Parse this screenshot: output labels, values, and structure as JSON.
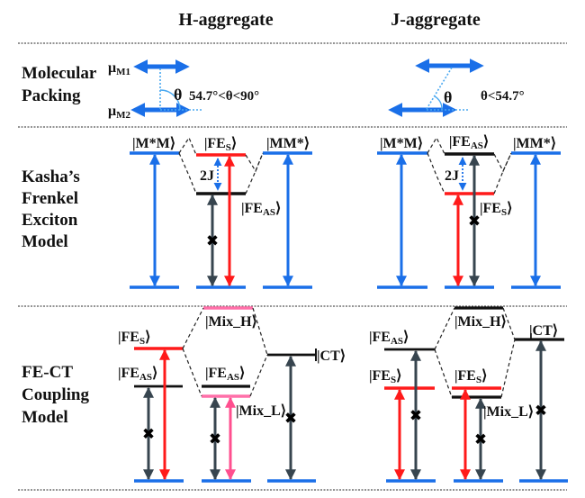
{
  "colors": {
    "ground": "#1a6fe8",
    "monomer": "#1a6fe8",
    "bright": "#ff1a1a",
    "dark": "#37454f",
    "black": "#111111",
    "mix_pink": "#ff6fa8",
    "dipole": "#1a6fe8"
  },
  "headers": {
    "h": "H-aggregate",
    "j": "J-aggregate"
  },
  "rows": {
    "packing": [
      "Molecular",
      "Packing"
    ],
    "kasha": [
      "Kasha’s",
      "Frenkel",
      "Exciton",
      "Model"
    ],
    "fect": [
      "FE-CT",
      "Coupling",
      "Model"
    ]
  },
  "packing": {
    "h": {
      "mu1": "μ",
      "mu1_sub": "M1",
      "mu2": "μ",
      "mu2_sub": "M2",
      "theta": "θ",
      "condition": "54.7°<θ<90°"
    },
    "j": {
      "theta": "θ",
      "condition": "θ<54.7°"
    }
  },
  "kasha": {
    "h": {
      "left": "|M*M⟩",
      "right": "|MM*⟩",
      "upper": "|FE",
      "upper_sub": "S",
      "upper_close": "⟩",
      "lower": "|FE",
      "lower_sub": "AS",
      "lower_close": "⟩",
      "splitting": "2J",
      "upper_kind": "bright",
      "lower_kind": "dark-forbidden"
    },
    "j": {
      "left": "|M*M⟩",
      "right": "|MM*⟩",
      "upper": "|FE",
      "upper_sub": "AS",
      "upper_close": "⟩",
      "lower": "|FE",
      "lower_sub": "S",
      "lower_close": "⟩",
      "splitting": "2J",
      "upper_kind": "dark-forbidden",
      "lower_kind": "bright"
    }
  },
  "fect": {
    "h": {
      "fe_upper": "|FE",
      "fe_upper_sub": "S",
      "fe_lower": "|FE",
      "fe_lower_sub": "AS",
      "mix_h": "|Mix_H⟩",
      "mid_fe": "|FE",
      "mid_fe_sub": "AS",
      "mix_l": "|Mix_L⟩",
      "ct": "|CT⟩",
      "close": "⟩"
    },
    "j": {
      "fe_upper": "|FE",
      "fe_upper_sub": "AS",
      "fe_lower": "|FE",
      "fe_lower_sub": "S",
      "mix_h": "|Mix_H⟩",
      "mid_fe": "|FE",
      "mid_fe_sub": "S",
      "mix_l": "|Mix_L⟩",
      "ct": "|CT⟩",
      "close": "⟩"
    }
  },
  "forbidden_mark": "✖"
}
